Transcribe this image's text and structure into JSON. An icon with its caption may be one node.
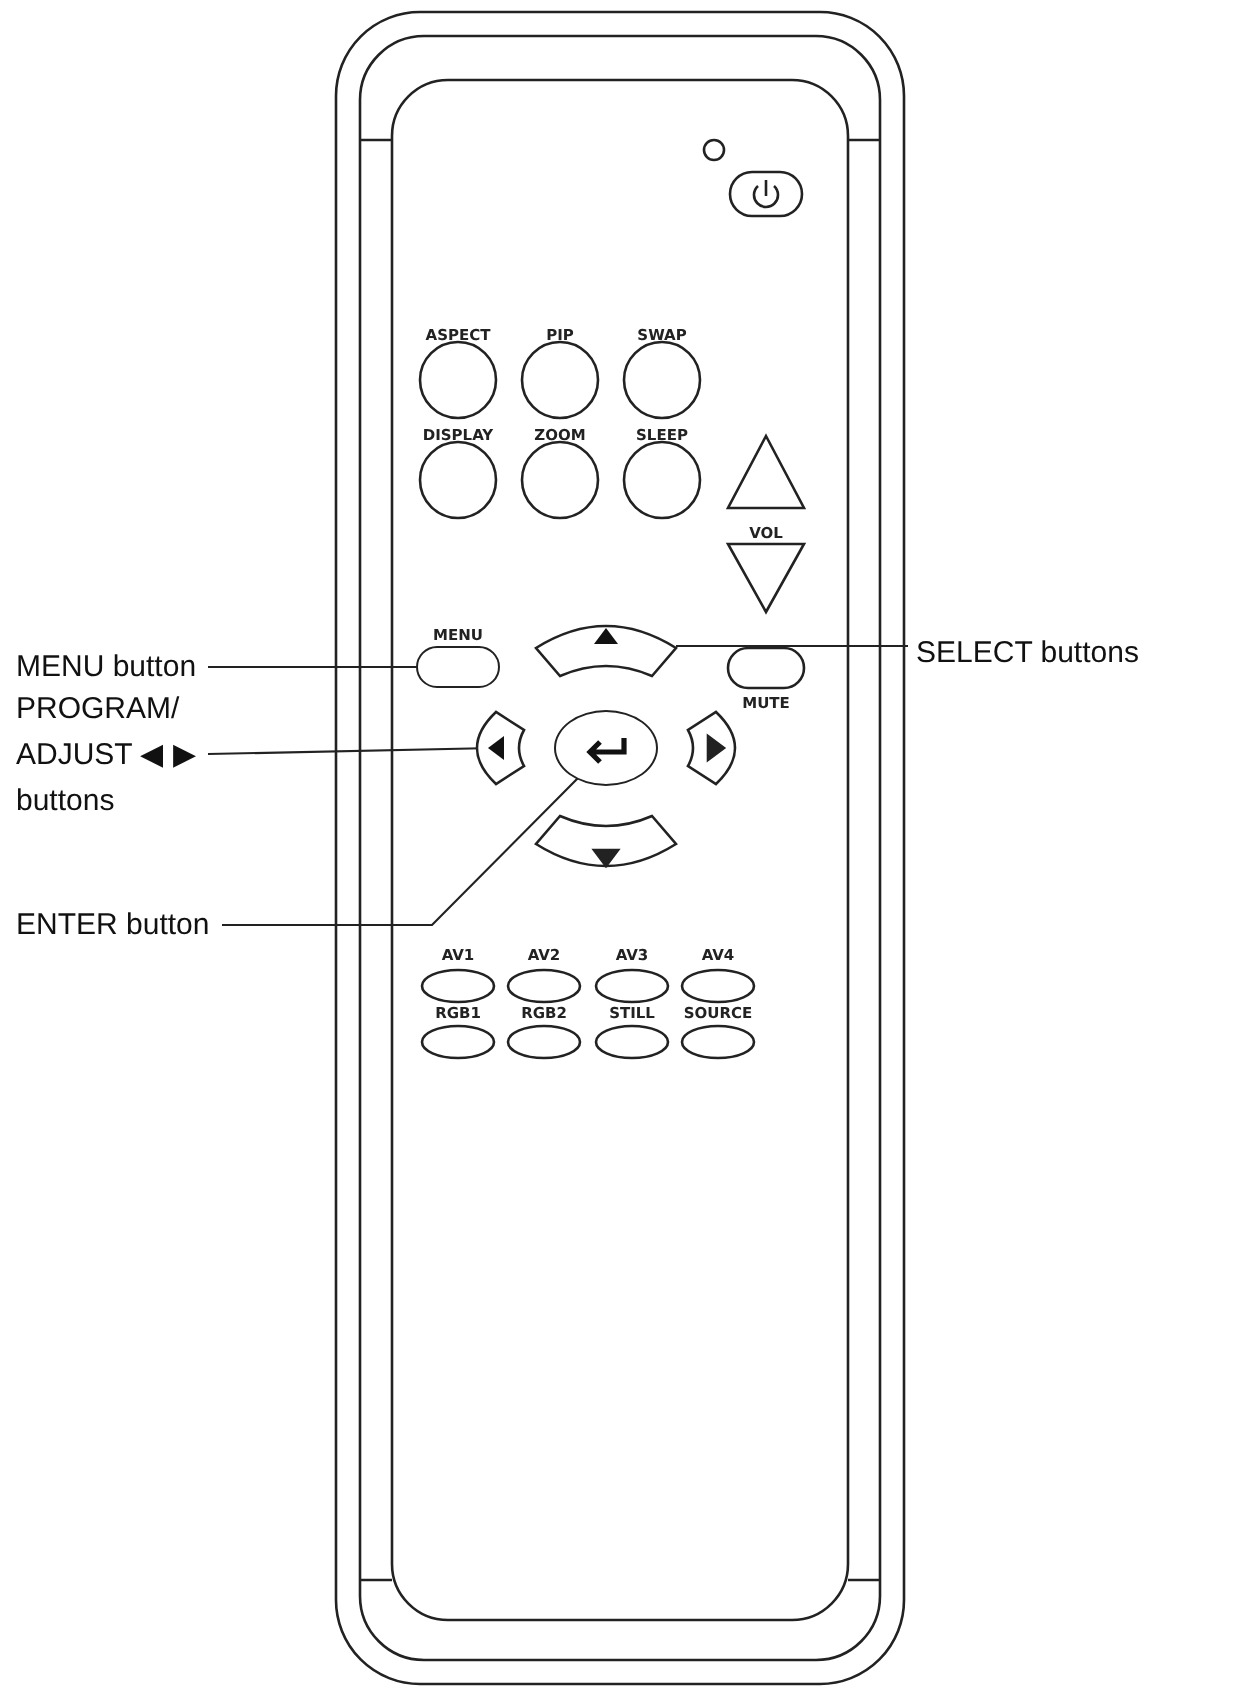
{
  "diagram": {
    "nodes": [
      {
        "text": [
          "MENU button"
        ]
      },
      {
        "text": [],
        "shape": "box"
      },
      {
        "text": [
          "SELECT buttons"
        ]
      },
      {
        "text": [],
        "shape": "box"
      },
      {
        "text": [
          "PROGRAM/ ADJUST ◀ ▶ buttons"
        ]
      },
      {
        "text": [],
        "shape": "box"
      },
      {
        "text": [
          "ENTER button"
        ]
      },
      {
        "text": [],
        "shape": "ellipse"
      }
    ],
    "edges": [
      {
        "from": 0,
        "to": 1,
        "arrow": "none"
      },
      {
        "from": 2,
        "to": 3,
        "arrow": "none"
      },
      {
        "from": 4,
        "to": 5,
        "arrow": "none"
      },
      {
        "from": 6,
        "to": 7,
        "arrow": "none"
      }
    ],
    "labels": [
      "ASPECT",
      "PIP",
      "SWAP",
      "DISPLAY",
      "ZOOM",
      "SLEEP",
      "VOL",
      "MENU",
      "MUTE",
      "AV1",
      "AV2",
      "AV3",
      "AV4",
      "RGB1",
      "RGB2",
      "STILL",
      "SOURCE"
    ]
  }
}
